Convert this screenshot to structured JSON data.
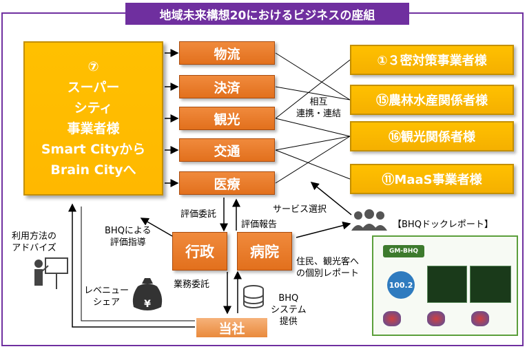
{
  "title": "地域未来構想20におけるビジネスの座組",
  "main_box": {
    "lines": [
      "⑦",
      "スーパー",
      "シティ",
      "事業者様",
      "Smart Cityから",
      "Brain Cityへ"
    ]
  },
  "categories": [
    "物流",
    "決済",
    "観光",
    "交通",
    "医療"
  ],
  "partners": [
    "①３密対策事業者様",
    "⑮農林水産関係者様",
    "⑯観光関係者様",
    "⑪MaaS事業者様"
  ],
  "connector_label": [
    "相互",
    "連携・連結"
  ],
  "gov": "行政",
  "hospital": "病院",
  "company": "当社",
  "labels": {
    "eval_entrust": "評価委託",
    "eval_report": "評価報告",
    "bhq_eval": [
      "BHQによる",
      "評価指導"
    ],
    "service_select": "サービス選択",
    "report_title": "【BHQドックレポート】",
    "residents": [
      "住民、観光客へ",
      "の個別レポート"
    ],
    "usage_advice": [
      "利用方法の",
      "アドバイズ"
    ],
    "revenue_share": [
      "レベニュー",
      "シェア"
    ],
    "business_entrust": "業務委託",
    "bhq_system": [
      "BHQ",
      "システム",
      "提供"
    ]
  },
  "report": {
    "logo": "GM-BHQ",
    "score": "100.2"
  },
  "colors": {
    "purple": "#6f2f9f",
    "orange": "#e2701d",
    "yellow": "#ffc000"
  }
}
